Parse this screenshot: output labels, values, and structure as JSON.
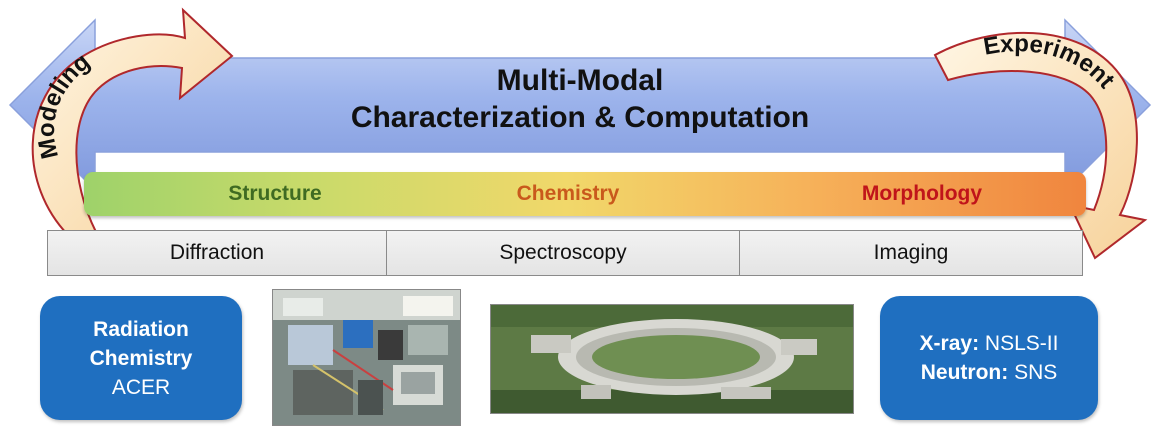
{
  "title": {
    "line1": "Multi-Modal",
    "line2": "Characterization & Computation"
  },
  "arrows": {
    "left_label": "Modeling",
    "right_label": "Experiment"
  },
  "properties": [
    {
      "label": "Structure",
      "color": "#3f6b22"
    },
    {
      "label": "Chemistry",
      "color": "#c9591c"
    },
    {
      "label": "Morphology",
      "color": "#c0141a"
    }
  ],
  "techniques": [
    "Diffraction",
    "Spectroscopy",
    "Imaging"
  ],
  "left_card": {
    "line1": "Radiation",
    "line2": "Chemistry",
    "line3": "ACER"
  },
  "right_card": {
    "line1_bold": "X-ray:",
    "line1_rest": "NSLS-II",
    "line2_bold": "Neutron:",
    "line2_rest": "SNS"
  },
  "colors": {
    "banner_blue": "#8fa9e6",
    "arrow_fill": "#fbe5bf",
    "arrow_outline": "#b0282c",
    "card_blue": "#1f6fc0"
  }
}
